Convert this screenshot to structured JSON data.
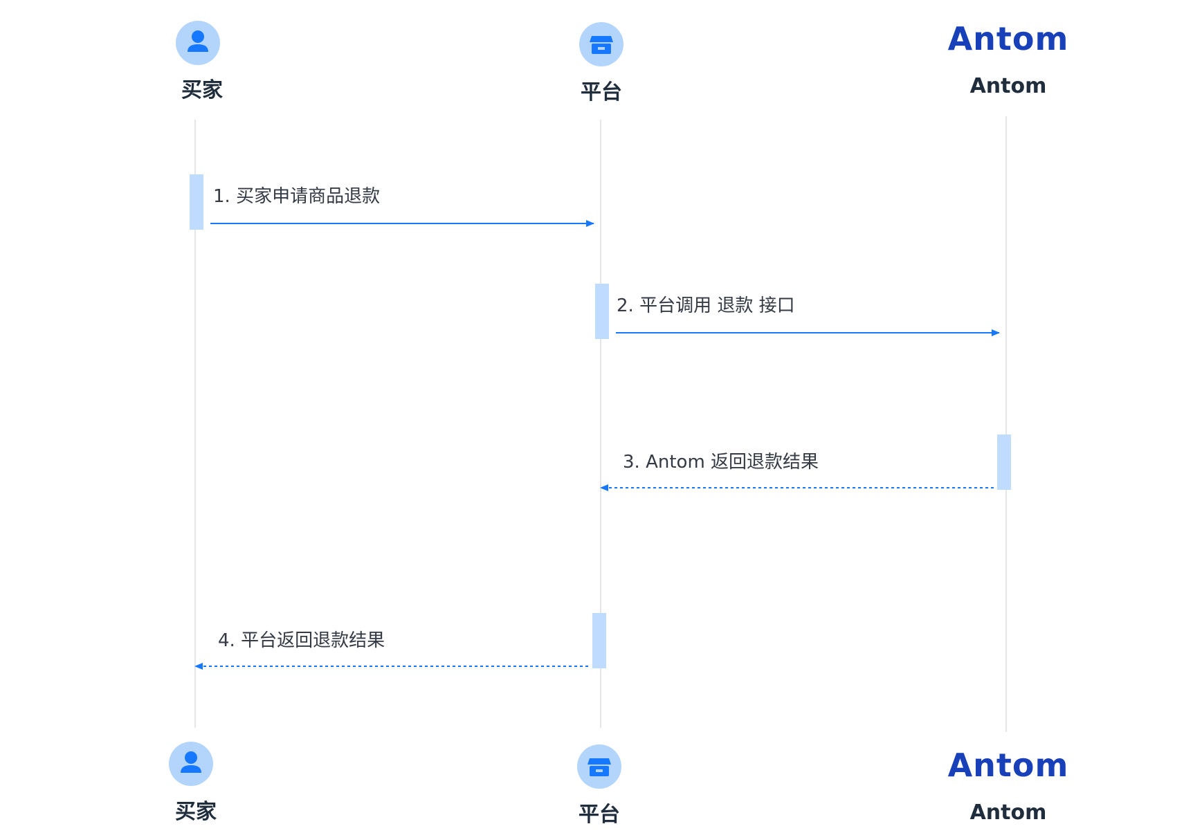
{
  "actors": [
    {
      "id": "buyer",
      "name": "买家",
      "icon": "user-icon"
    },
    {
      "id": "platform",
      "name": "平台",
      "icon": "store-icon"
    },
    {
      "id": "antom",
      "name": "Antom",
      "logo_text": "Antom",
      "icon": "antom-logo"
    }
  ],
  "messages": [
    {
      "label": "1. 买家申请商品退款",
      "from": "buyer",
      "to": "platform",
      "style": "solid"
    },
    {
      "label": "2. 平台调用 退款 接口",
      "from": "platform",
      "to": "antom",
      "style": "solid"
    },
    {
      "label": "3. Antom 返回退款结果",
      "from": "antom",
      "to": "platform",
      "style": "dashed"
    },
    {
      "label": "4. 平台返回退款结果",
      "from": "platform",
      "to": "buyer",
      "style": "dashed"
    }
  ],
  "colors": {
    "arrow": "#1677ff",
    "activation": "#bfdcff",
    "lifeline": "#e3e5e8",
    "icon_circle": "#b3d4fb",
    "icon_fill": "#1677ff",
    "logo": "#1840b8",
    "text": "#1f2d3d"
  }
}
